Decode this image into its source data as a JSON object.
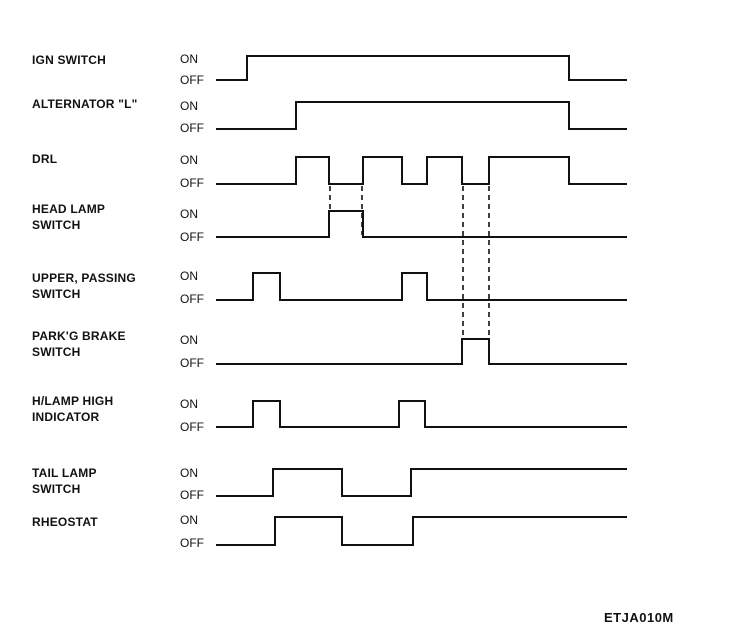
{
  "diagram": {
    "code": "ETJA010M",
    "signals": [
      {
        "label": "IGN SWITCH",
        "on": "ON",
        "off": "OFF"
      },
      {
        "label": "ALTERNATOR \"L\"",
        "on": "ON",
        "off": "OFF"
      },
      {
        "label": "DRL",
        "on": "ON",
        "off": "OFF"
      },
      {
        "label": "HEAD LAMP SWITCH",
        "on": "ON",
        "off": "OFF"
      },
      {
        "label": "UPPER, PASSING SWITCH",
        "on": "ON",
        "off": "OFF"
      },
      {
        "label": "PARK'G BRAKE SWITCH",
        "on": "ON",
        "off": "OFF"
      },
      {
        "label": "H/LAMP HIGH INDICATOR",
        "on": "ON",
        "off": "OFF"
      },
      {
        "label": "TAIL LAMP SWITCH",
        "on": "ON",
        "off": "OFF"
      },
      {
        "label": "RHEOSTAT",
        "on": "ON",
        "off": "OFF"
      }
    ]
  }
}
